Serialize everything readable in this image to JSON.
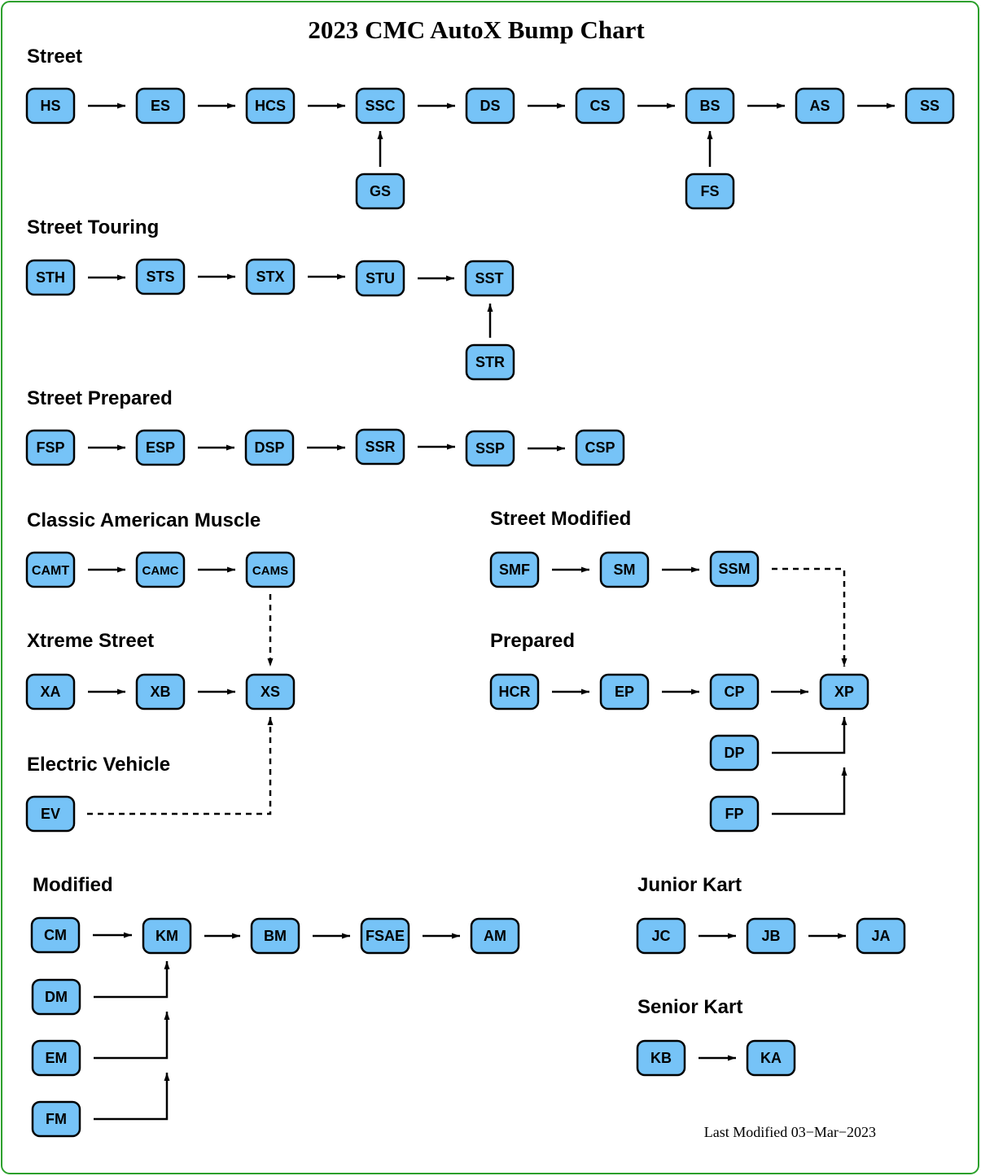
{
  "title": "2023 CMC AutoX Bump Chart",
  "footer": "Last Modified 03−Mar−2023",
  "colors": {
    "box_fill": "#76c3f7",
    "box_stroke": "#000000",
    "frame_border": "#2ca02c",
    "text": "#000000"
  },
  "sections": {
    "street": "Street",
    "street_touring": "Street Touring",
    "street_prepared": "Street Prepared",
    "classic_american_muscle": "Classic American Muscle",
    "street_modified": "Street Modified",
    "xtreme_street": "Xtreme Street",
    "prepared": "Prepared",
    "electric_vehicle": "Electric Vehicle",
    "modified": "Modified",
    "junior_kart": "Junior Kart",
    "senior_kart": "Senior Kart"
  },
  "classes": {
    "HS": "HS",
    "ES": "ES",
    "HCS": "HCS",
    "SSC": "SSC",
    "DS": "DS",
    "CS": "CS",
    "BS": "BS",
    "AS": "AS",
    "SS": "SS",
    "GS": "GS",
    "FS": "FS",
    "STH": "STH",
    "STS": "STS",
    "STX": "STX",
    "STU": "STU",
    "SST": "SST",
    "STR": "STR",
    "FSP": "FSP",
    "ESP": "ESP",
    "DSP": "DSP",
    "SSR": "SSR",
    "SSP": "SSP",
    "CSP": "CSP",
    "CAMT": "CAMT",
    "CAMC": "CAMC",
    "CAMS": "CAMS",
    "SMF": "SMF",
    "SM": "SM",
    "SSM": "SSM",
    "XA": "XA",
    "XB": "XB",
    "XS": "XS",
    "HCR": "HCR",
    "EP": "EP",
    "CP": "CP",
    "XP": "XP",
    "DP": "DP",
    "FP": "FP",
    "EV": "EV",
    "CM": "CM",
    "KM": "KM",
    "BM": "BM",
    "FSAE": "FSAE",
    "AM": "AM",
    "DM": "DM",
    "EM": "EM",
    "FM": "FM",
    "JC": "JC",
    "JB": "JB",
    "JA": "JA",
    "KB": "KB",
    "KA": "KA"
  },
  "bumps": [
    {
      "from": "HS",
      "to": "ES",
      "style": "solid"
    },
    {
      "from": "ES",
      "to": "HCS",
      "style": "solid"
    },
    {
      "from": "HCS",
      "to": "SSC",
      "style": "solid"
    },
    {
      "from": "SSC",
      "to": "DS",
      "style": "solid"
    },
    {
      "from": "DS",
      "to": "CS",
      "style": "solid"
    },
    {
      "from": "CS",
      "to": "BS",
      "style": "solid"
    },
    {
      "from": "BS",
      "to": "AS",
      "style": "solid"
    },
    {
      "from": "AS",
      "to": "SS",
      "style": "solid"
    },
    {
      "from": "GS",
      "to": "SSC",
      "style": "solid"
    },
    {
      "from": "FS",
      "to": "BS",
      "style": "solid"
    },
    {
      "from": "STH",
      "to": "STS",
      "style": "solid"
    },
    {
      "from": "STS",
      "to": "STX",
      "style": "solid"
    },
    {
      "from": "STX",
      "to": "STU",
      "style": "solid"
    },
    {
      "from": "STU",
      "to": "SST",
      "style": "solid"
    },
    {
      "from": "STR",
      "to": "SST",
      "style": "solid"
    },
    {
      "from": "FSP",
      "to": "ESP",
      "style": "solid"
    },
    {
      "from": "ESP",
      "to": "DSP",
      "style": "solid"
    },
    {
      "from": "DSP",
      "to": "SSR",
      "style": "solid"
    },
    {
      "from": "SSR",
      "to": "SSP",
      "style": "solid"
    },
    {
      "from": "SSP",
      "to": "CSP",
      "style": "solid"
    },
    {
      "from": "CAMT",
      "to": "CAMC",
      "style": "solid"
    },
    {
      "from": "CAMC",
      "to": "CAMS",
      "style": "solid"
    },
    {
      "from": "CAMS",
      "to": "XS",
      "style": "dashed"
    },
    {
      "from": "SMF",
      "to": "SM",
      "style": "solid"
    },
    {
      "from": "SM",
      "to": "SSM",
      "style": "solid"
    },
    {
      "from": "SSM",
      "to": "XP",
      "style": "dashed"
    },
    {
      "from": "XA",
      "to": "XB",
      "style": "solid"
    },
    {
      "from": "XB",
      "to": "XS",
      "style": "solid"
    },
    {
      "from": "HCR",
      "to": "EP",
      "style": "solid"
    },
    {
      "from": "EP",
      "to": "CP",
      "style": "solid"
    },
    {
      "from": "CP",
      "to": "XP",
      "style": "solid"
    },
    {
      "from": "DP",
      "to": "XP",
      "style": "solid"
    },
    {
      "from": "FP",
      "to": "XP",
      "style": "solid"
    },
    {
      "from": "EV",
      "to": "XS",
      "style": "dashed"
    },
    {
      "from": "CM",
      "to": "KM",
      "style": "solid"
    },
    {
      "from": "KM",
      "to": "BM",
      "style": "solid"
    },
    {
      "from": "BM",
      "to": "FSAE",
      "style": "solid"
    },
    {
      "from": "FSAE",
      "to": "AM",
      "style": "solid"
    },
    {
      "from": "DM",
      "to": "KM",
      "style": "solid"
    },
    {
      "from": "EM",
      "to": "KM",
      "style": "solid"
    },
    {
      "from": "FM",
      "to": "KM",
      "style": "solid"
    },
    {
      "from": "JC",
      "to": "JB",
      "style": "solid"
    },
    {
      "from": "JB",
      "to": "JA",
      "style": "solid"
    },
    {
      "from": "KB",
      "to": "KA",
      "style": "solid"
    }
  ]
}
